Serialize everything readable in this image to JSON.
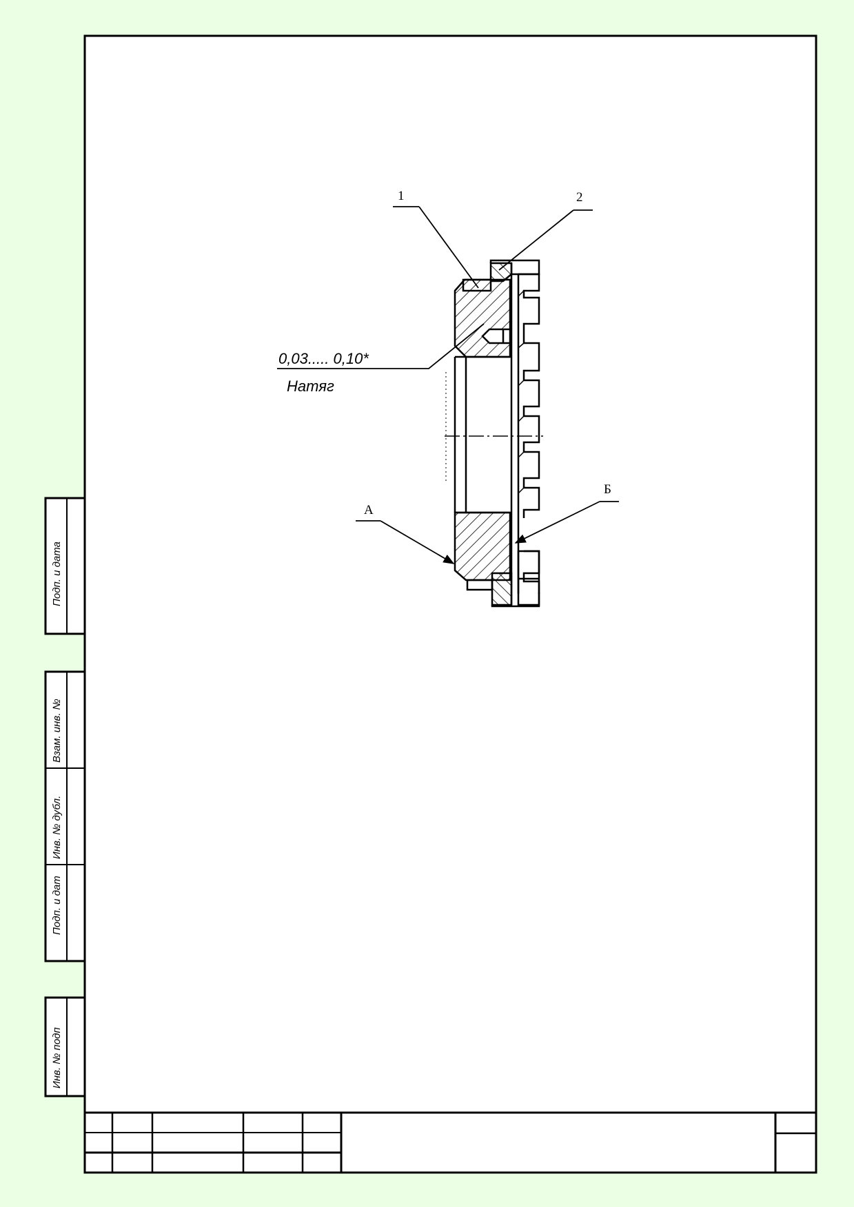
{
  "sheet": {
    "background": "#ebffe4",
    "side_stamp_labels": [
      "Подп. и дата",
      "Взам. инв. №",
      "Инв. № дубл.",
      "Подп. и дат",
      "Инв. № подп"
    ]
  },
  "drawing": {
    "callouts": {
      "part1": "1",
      "part2": "2",
      "surface_a": "А",
      "surface_b": "Б"
    },
    "fit_note": {
      "tolerance": "0,03..... 0,10*",
      "fit_type": "Натяг"
    }
  }
}
